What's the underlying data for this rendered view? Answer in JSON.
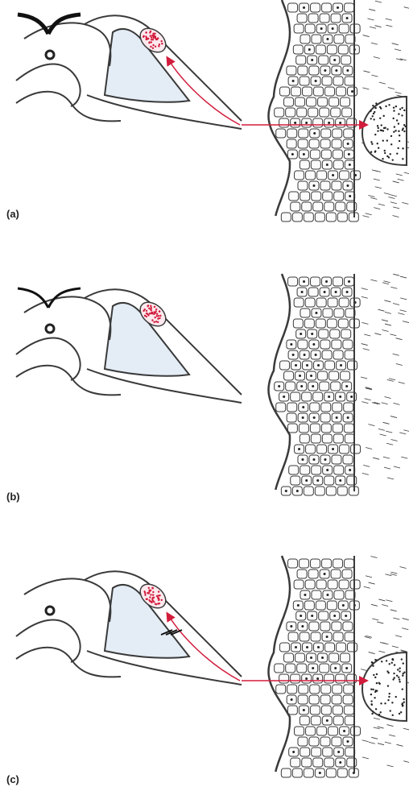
{
  "panels": [
    {
      "label": "(a)",
      "nerve_signal": true,
      "lesion": true
    },
    {
      "label": "(b)",
      "nerve_signal": false,
      "lesion": false
    },
    {
      "label": "(c)",
      "nerve_signal": true,
      "lesion": true
    }
  ],
  "colors": {
    "ink": "#3a3a3a",
    "nerve_red": "#d21c3c",
    "grey_matter_fill": "#e4edf6",
    "cell_fill": "#fbfbfb",
    "dot": "#222222"
  },
  "icons": [
    "spinal-cord-section",
    "dorsal-root-ganglion",
    "skin-epithelium",
    "vesicle-lesion"
  ]
}
